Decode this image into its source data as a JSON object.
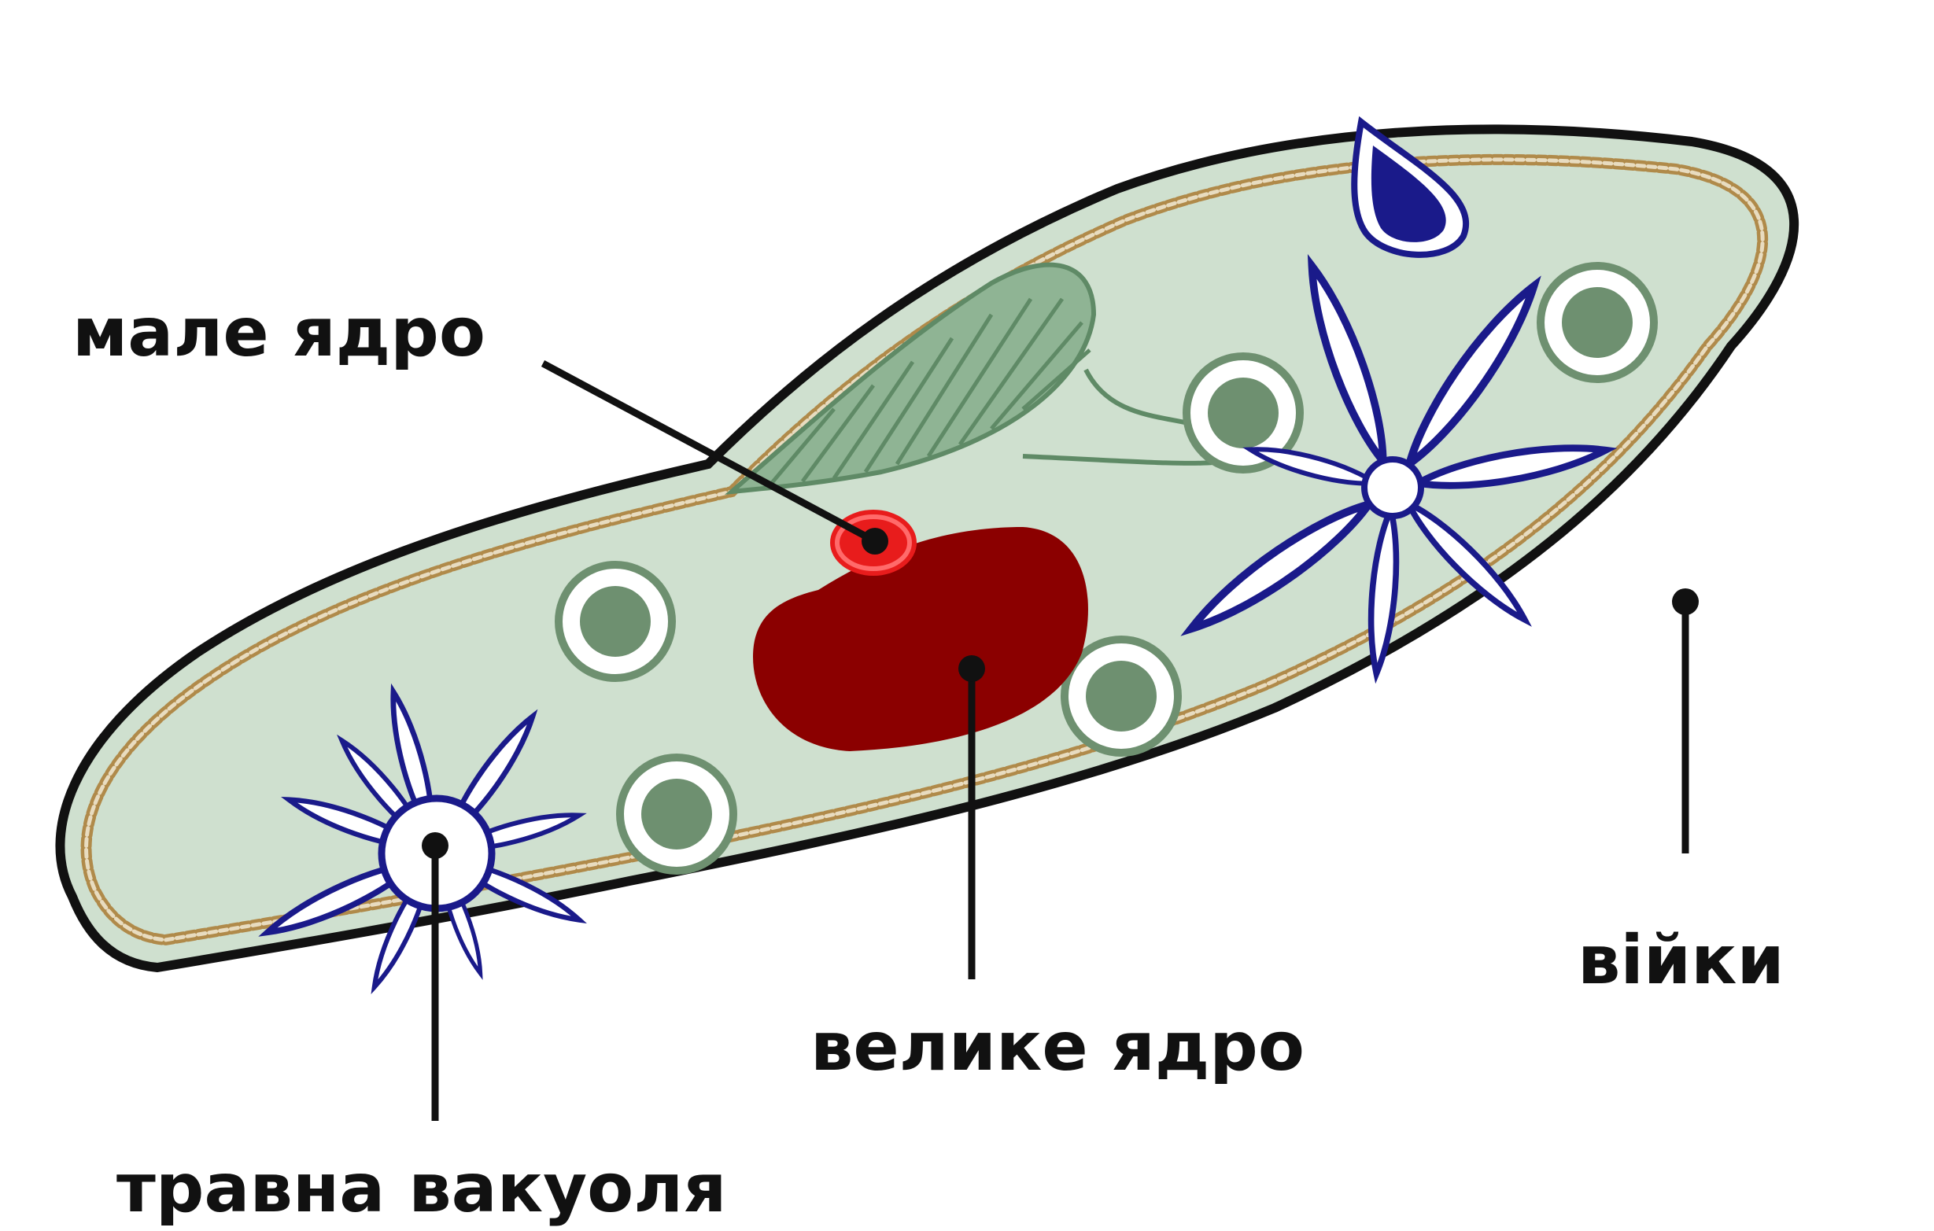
{
  "diagram": {
    "labels": {
      "small_nucleus": "мале ядро",
      "large_nucleus": "велике ядро",
      "cilia": "війки",
      "digestive_vacuole": "травна вакуоля"
    }
  },
  "colors": {
    "cell_fill": "#cfe0cf",
    "membrane": "#111111",
    "ectoplasm_beads": "#b08a4a",
    "macronucleus": "#8b0000",
    "micronucleus": "#e81c1c",
    "vacuole_ring": "#6e9070",
    "vacuole_core": "#6e9070",
    "contractile_vacuole_outline": "#1a1a8a",
    "oral_groove": "#5f8a66"
  }
}
